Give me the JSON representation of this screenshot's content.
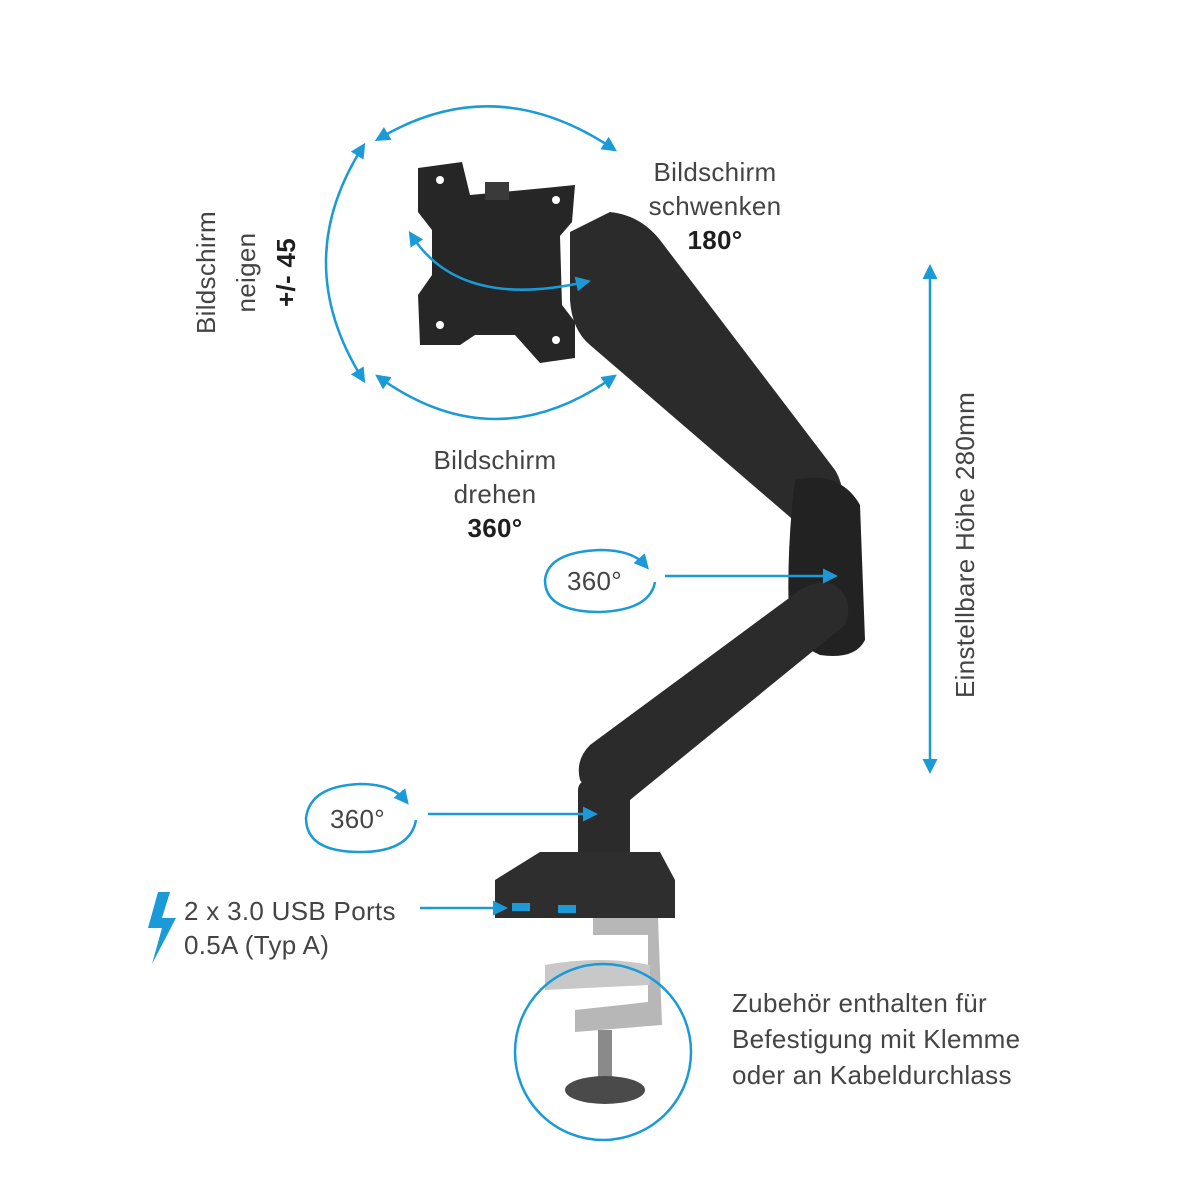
{
  "tilt": {
    "line1": "Bildschirm",
    "line2": "neigen",
    "value": "+/- 45"
  },
  "swivel": {
    "line1": "Bildschirm",
    "line2": "schwenken",
    "value": "180°"
  },
  "rotate": {
    "line1": "Bildschirm",
    "line2": "drehen",
    "value": "360°"
  },
  "elbow_rotation": "360°",
  "base_rotation": "360°",
  "height": "Einstellbare Höhe 280mm",
  "usb": {
    "line1": "2 x 3.0 USB Ports",
    "line2": "0.5A (Typ A)"
  },
  "accessory": {
    "line1": "Zubehör enthalten für",
    "line2": "Befestigung mit Klemme",
    "line3": "oder an Kabeldurchlass"
  },
  "colors": {
    "accent": "#1a9ad6",
    "arm": "#2b2b2b",
    "text": "#444444",
    "clamp": "#b7b7b7"
  }
}
